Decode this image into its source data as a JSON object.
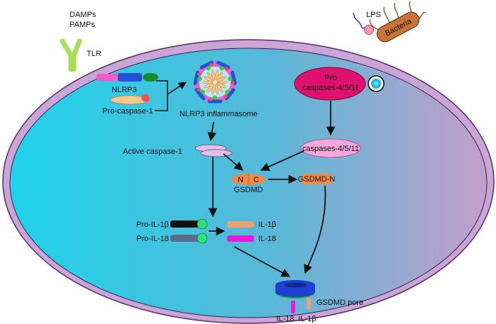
{
  "labels": {
    "damps": "DAMPs",
    "pamps": "PAMPs",
    "tlr": "TLR",
    "lps": "LPS",
    "bacteria": "Bacteria",
    "nlrp3": "NLRP3",
    "pro_caspase_1": "Pro-caspase-1",
    "nlrp3_inflammasome": "NLRP3 inflammasome",
    "pro_caspases_line1": "Pro",
    "pro_caspases_line2": "caspases-4/5/11",
    "caspases_4_5_11": "caspases-4/5/11",
    "active_caspase_1": "Active caspase-1",
    "gsdmd_n_term": "N",
    "gsdmd_c_term": "C",
    "gsdmd": "GSDMD",
    "gsdmd_n": "GSDMD-N",
    "pro_il_1b": "Pro-IL-1β",
    "pro_il_18": "Pro-IL-18",
    "il_1b": "IL-1β",
    "il_18": "IL-18",
    "gsdmd_pore": "GSDMD pore",
    "il_18_out": "IL-18",
    "il_1b_out": "IL-1β"
  },
  "colors": {
    "cell_left": "#1fd3ec",
    "cell_mid": "#59b8d8",
    "cell_right": "#c49fcc",
    "cell_outline": "#5a2a6a",
    "tlr_green": "#a6e05a",
    "nlrp3_pink": "#f25cc6",
    "nlrp3_blue": "#2450d6",
    "nlrp3_green": "#1a8a2a",
    "pro_casp_body": "#f5c98c",
    "pro_casp_red": "#e8505a",
    "pro_caspases_fill": "#e0106e",
    "caspases_fill": "#f4a8dc",
    "caspases_text": "#3a2bd0",
    "active_casp": "#e3bde9",
    "gsdmd_orange": "#f08a48",
    "il1b_black": "#111111",
    "il18_slate": "#5c6a8e",
    "prodomain_green": "#2ee07a",
    "il1b_mature": "#f0a070",
    "il18_mature": "#e61ad8",
    "pore_blue": "#1f3fd0",
    "pore_green": "#18a830",
    "lps_red": "#f59aa8",
    "bacteria_body": "#c8743a",
    "arrow": "#111111"
  }
}
